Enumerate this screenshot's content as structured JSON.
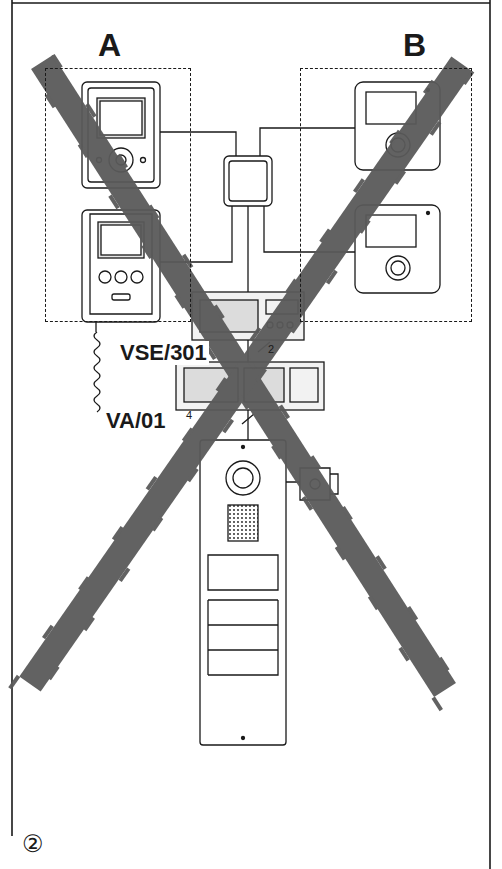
{
  "diagram": {
    "nodes": [
      {
        "text": [
          "A"
        ]
      },
      {
        "text": [
          "B"
        ]
      }
    ],
    "labels": [
      "VSE/301",
      "2",
      "VA/01",
      "4",
      "②"
    ]
  }
}
